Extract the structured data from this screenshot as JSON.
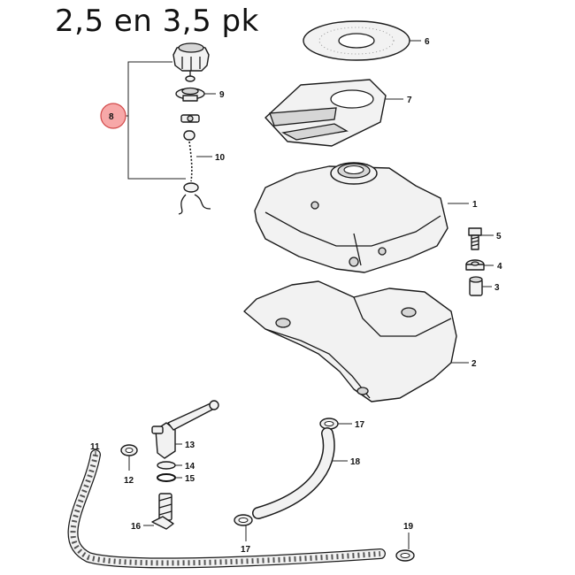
{
  "title": "2,5 en 3,5 pk",
  "highlight_color": "#f7a8a8",
  "labels": {
    "p1": "1",
    "p2": "2",
    "p3": "3",
    "p4": "4",
    "p5": "5",
    "p6": "6",
    "p7": "7",
    "p8": "8",
    "p9": "9",
    "p10": "10",
    "p11": "11",
    "p12": "12",
    "p13": "13",
    "p14": "14",
    "p15": "15",
    "p16": "16",
    "p17a": "17",
    "p17b": "17",
    "p18": "18",
    "p19": "19"
  }
}
